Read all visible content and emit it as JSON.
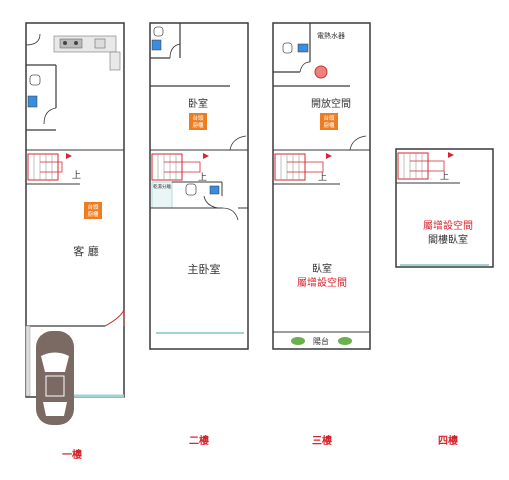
{
  "colors": {
    "wall": "#3a3a3a",
    "accent_red": "#d8262f",
    "window": "#9fd3d6",
    "badge": "#ee7d22",
    "car": "#7b6a63"
  },
  "floors": [
    {
      "label": "一樓",
      "rooms": {
        "living": "客 廳"
      },
      "badge": [
        "台頭",
        "廚櫃"
      ]
    },
    {
      "label": "二樓",
      "rooms": {
        "bedroom": "卧室",
        "master": "主卧室",
        "meter": "乾濕分離"
      },
      "badge": [
        "台頭",
        "廚櫃"
      ]
    },
    {
      "label": "三樓",
      "rooms": {
        "open_space": "開放空間",
        "bedroom": "臥室",
        "annex": "屬增設空間",
        "balcony": "陽台",
        "heater": "電熱水器"
      },
      "badge": [
        "台頭",
        "廚櫃"
      ]
    },
    {
      "label": "四樓",
      "rooms": {
        "annex": "屬增設空間",
        "loft": "閣樓臥室"
      }
    }
  ],
  "stairs_up": "上"
}
